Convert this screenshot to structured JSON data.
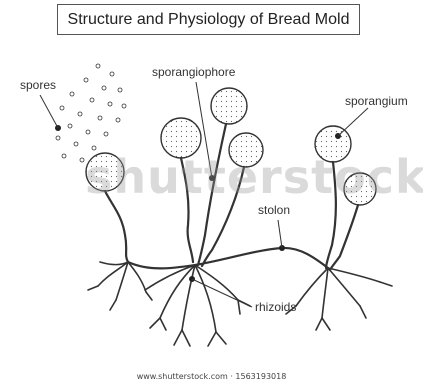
{
  "title": "Structure and Physiology of Bread Mold",
  "labels": {
    "spores": "spores",
    "sporangiophore": "sporangiophore",
    "sporangium": "sporangium",
    "stolon": "stolon",
    "rhizoids": "rhizoids"
  },
  "watermark": "shutterstock",
  "footer": "www.shutterstock.com · 1563193018",
  "colors": {
    "line": "#333333",
    "dot": "#222222",
    "title_border": "#555555"
  }
}
